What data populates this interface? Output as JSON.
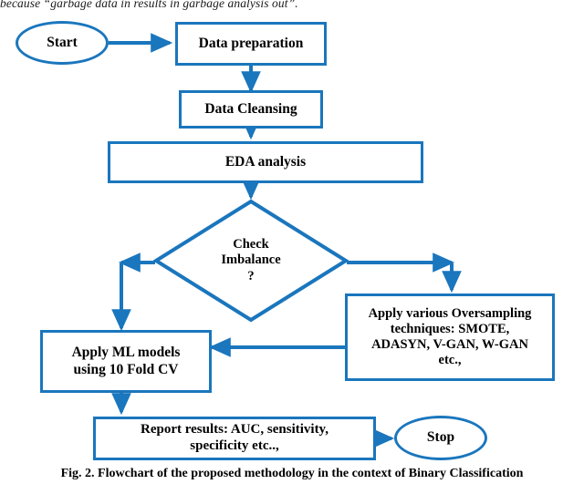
{
  "page": {
    "top_partial_text": "because “garbage data in results in garbage analysis out”.",
    "caption": "Fig. 2. Flowchart of the proposed methodology in the context of Binary Classification",
    "accent_color": "#1a76bd",
    "text_color": "#000000",
    "background": "#ffffff"
  },
  "flowchart": {
    "title": "Flowchart of the proposed methodology in the context of Binary Classification",
    "nodes": [
      {
        "id": "start",
        "type": "terminator",
        "label": "Start"
      },
      {
        "id": "data-preparation",
        "type": "process",
        "label": "Data preparation"
      },
      {
        "id": "data-cleansing",
        "type": "process",
        "label": "Data Cleansing"
      },
      {
        "id": "eda-analysis",
        "type": "process",
        "label": "EDA analysis"
      },
      {
        "id": "check-imbalance",
        "type": "decision",
        "label_line1": "Check",
        "label_line2": "Imbalance",
        "label_line3": "?"
      },
      {
        "id": "oversampling",
        "type": "process",
        "label_line1": "Apply various Oversampling",
        "label_line2": "techniques: SMOTE,",
        "label_line3": "ADASYN, V-GAN, W-GAN",
        "label_line4": "etc.,"
      },
      {
        "id": "ml-models",
        "type": "process",
        "label_line1": "Apply ML models",
        "label_line2": "using 10 Fold CV"
      },
      {
        "id": "report-results",
        "type": "process",
        "label_line1": "Report results: AUC, sensitivity,",
        "label_line2": "specificity etc..,"
      },
      {
        "id": "stop",
        "type": "terminator",
        "label": "Stop"
      }
    ],
    "edges": [
      {
        "from": "start",
        "to": "data-preparation",
        "label": ""
      },
      {
        "from": "data-preparation",
        "to": "data-cleansing",
        "label": ""
      },
      {
        "from": "data-cleansing",
        "to": "eda-analysis",
        "label": ""
      },
      {
        "from": "eda-analysis",
        "to": "check-imbalance",
        "label": ""
      },
      {
        "from": "check-imbalance",
        "to": "ml-models",
        "label": ""
      },
      {
        "from": "check-imbalance",
        "to": "oversampling",
        "label": ""
      },
      {
        "from": "oversampling",
        "to": "ml-models",
        "label": ""
      },
      {
        "from": "ml-models",
        "to": "report-results",
        "label": ""
      },
      {
        "from": "report-results",
        "to": "stop",
        "label": ""
      }
    ]
  }
}
